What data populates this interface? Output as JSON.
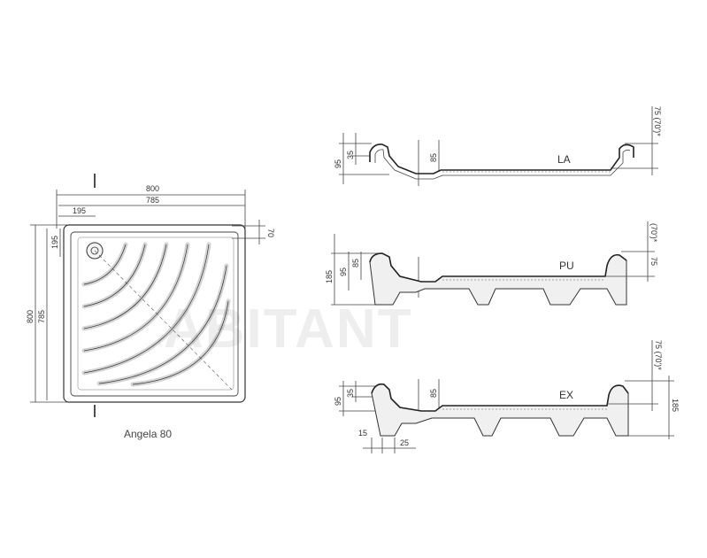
{
  "watermark": "ABITANT",
  "plan_view": {
    "caption": "Angela 80",
    "width_outer": "800",
    "width_inner": "785",
    "drain_x": "195",
    "drain_y": "195",
    "height_outer": "800",
    "height_inner": "785",
    "edge": "70"
  },
  "sections": [
    {
      "label": "LA",
      "dims": {
        "a": "95",
        "b": "35",
        "c": "85",
        "d": "75 (70')*"
      }
    },
    {
      "label": "PU",
      "dims": {
        "a": "185",
        "b": "95",
        "c": "85",
        "d": "(70')*",
        "e": "75"
      }
    },
    {
      "label": "EX",
      "dims": {
        "a": "95",
        "b": "35",
        "c": "85",
        "d": "75 (70')*",
        "e": "185",
        "f": "15",
        "g": "25"
      }
    }
  ]
}
